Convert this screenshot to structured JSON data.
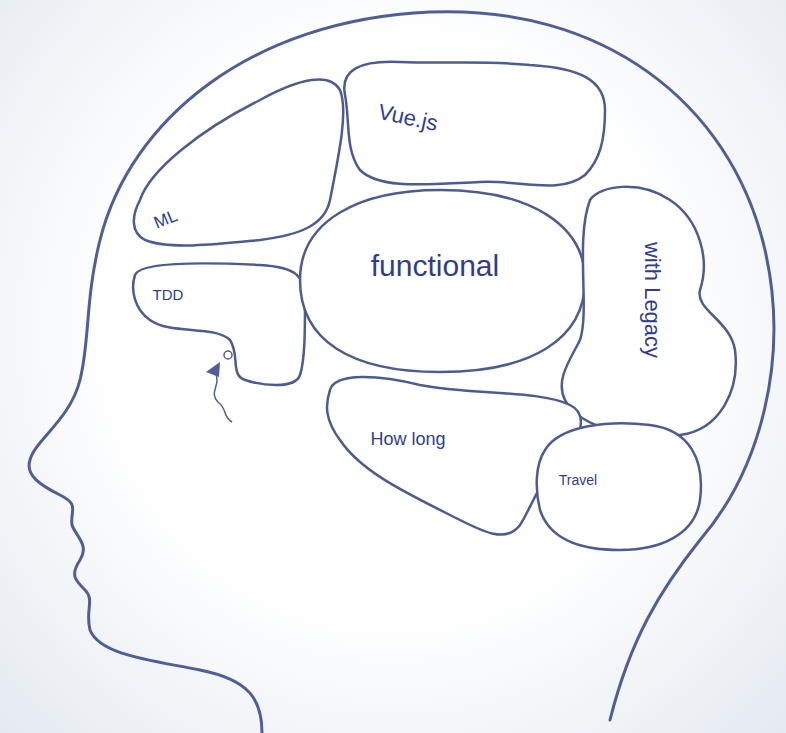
{
  "diagram": {
    "nodes": [
      {
        "text": [
          "Vue.js"
        ]
      },
      {
        "text": [
          "ML"
        ]
      },
      {
        "text": [
          "TDD"
        ]
      },
      {
        "text": [
          "functional"
        ]
      },
      {
        "text": [
          "with Legacy"
        ]
      },
      {
        "text": [
          "How long"
        ]
      },
      {
        "text": [
          "Travel"
        ]
      }
    ]
  }
}
